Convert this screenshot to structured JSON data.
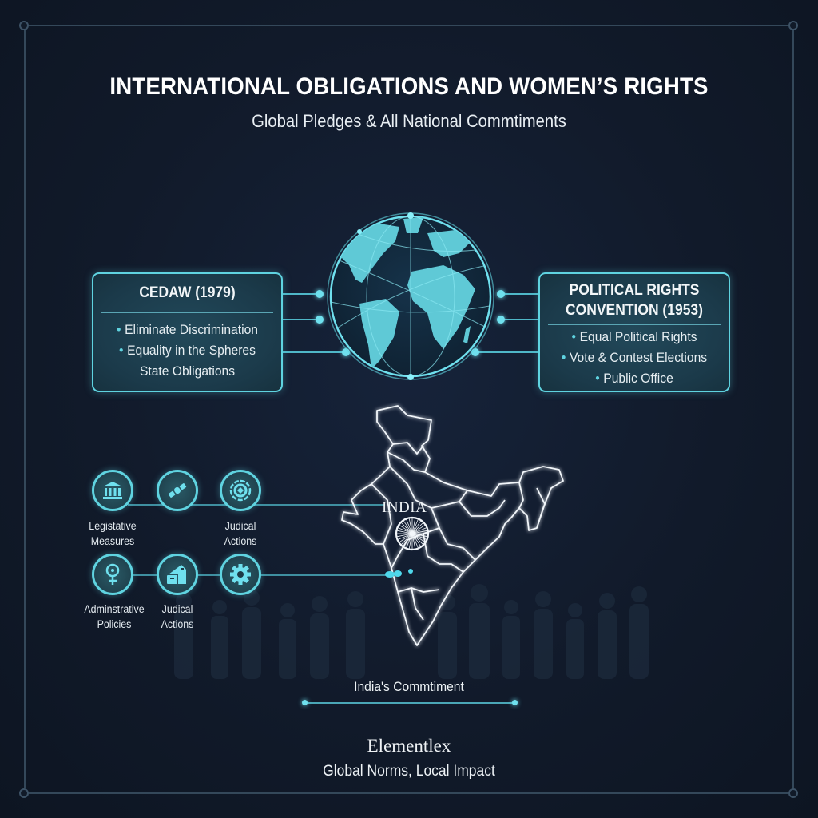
{
  "header": {
    "title": "INTERNATIONAL OBLIGATIONS AND WOMEN’S RIGHTS",
    "subtitle": "Global Pledges & All National Commtiments"
  },
  "colors": {
    "background": "#111a28",
    "accent": "#5fd3e0",
    "box_fill": "#1d3c4a",
    "frame": "#34485a",
    "text": "#ffffff"
  },
  "left_box": {
    "title": "CEDAW (1979)",
    "items": [
      {
        "bullet": "•",
        "text": "Eliminate Discrimination"
      },
      {
        "bullet": "•",
        "text": "Equality in the Spheres"
      },
      {
        "bullet": "",
        "text": "State Obligations"
      }
    ]
  },
  "right_box": {
    "title_line1": "POLITICAL RIGHTS",
    "title_line2": "CONVENTION (1953)",
    "items": [
      {
        "bullet": "•",
        "text": "Equal Political Rights"
      },
      {
        "bullet": "•",
        "text": "Vote & Contest Elections"
      },
      {
        "bullet": "•",
        "text": "Public Office"
      }
    ]
  },
  "globe": {
    "icon": "globe-icon"
  },
  "map": {
    "label": "INDIA",
    "emblem": "ashoka-chakra-icon"
  },
  "measures": [
    {
      "icon": "parliament-icon",
      "label_line1": "Legistative",
      "label_line2": "Measures"
    },
    {
      "icon": "satellite-icon",
      "label_line1": "",
      "label_line2": ""
    },
    {
      "icon": "target-icon",
      "label_line1": "Judical",
      "label_line2": "Actions"
    },
    {
      "icon": "female-symbol-icon",
      "label_line1": "Adminstrative",
      "label_line2": "Policies"
    },
    {
      "icon": "building-icon",
      "label_line1": "Judical",
      "label_line2": "Actions"
    },
    {
      "icon": "gear-icon",
      "label_line1": "",
      "label_line2": ""
    }
  ],
  "footer": {
    "commitment": "India's Commtiment",
    "brand": "Elementlex",
    "tagline": "Global Norms, Local Impact"
  }
}
